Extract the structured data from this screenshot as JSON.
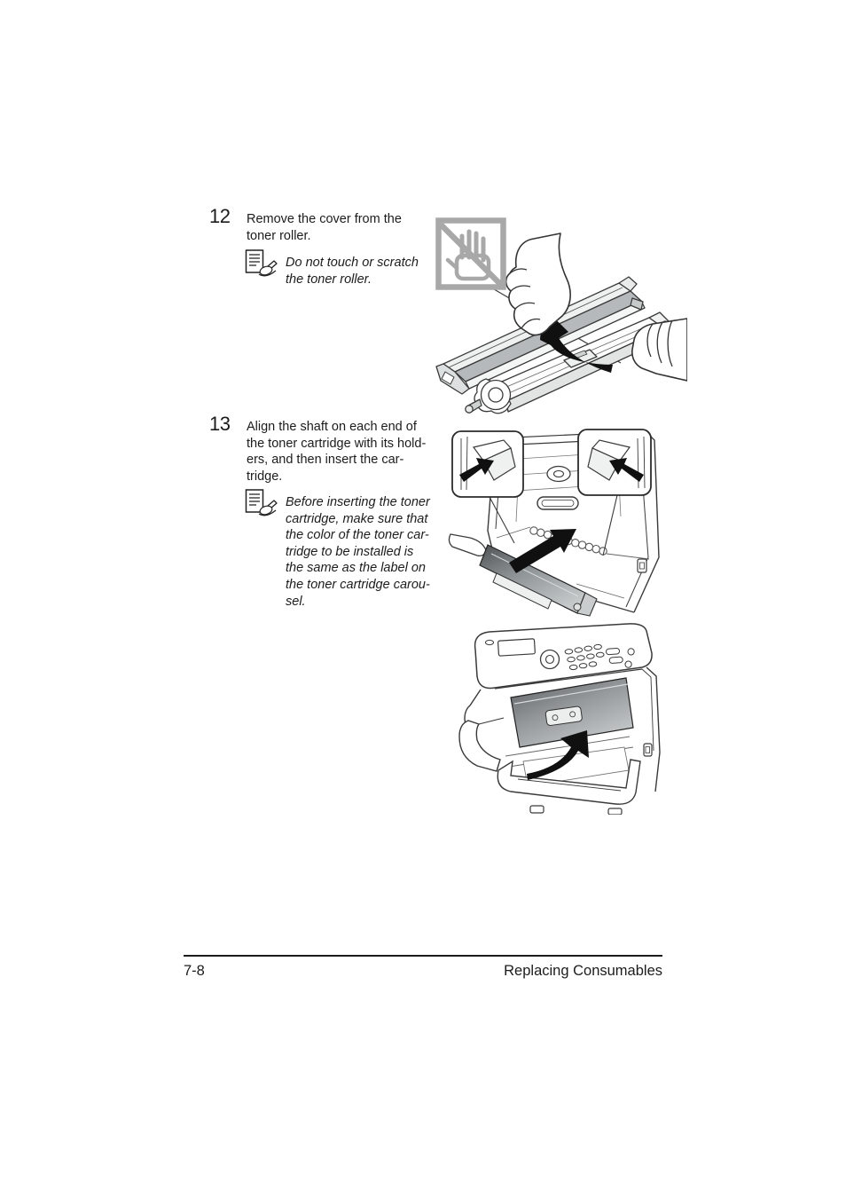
{
  "footer": {
    "page_number": "7-8",
    "section_title": "Replacing Consumables"
  },
  "steps": [
    {
      "number": "12",
      "instruction": "Remove the cover from the\ntoner roller.",
      "note": "Do not touch or scratch\nthe toner roller."
    },
    {
      "number": "13",
      "instruction": "Align the shaft on each end of\nthe toner cartridge with its hold-\ners, and then insert the car-\ntridge.",
      "note": "Before inserting the toner\ncartridge, make sure that\nthe color of the toner car-\ntridge to be installed is\nthe same as the label on\nthe toner cartridge carou-\nsel."
    }
  ],
  "icons": {
    "note_icon": "document-with-pen",
    "do_not_touch_icon": "crossed-out-hand"
  },
  "colors": {
    "ink": "#1c1c1c",
    "line_art": "#3a3a3a",
    "warning_gray": "#a8a8a8",
    "background": "#ffffff"
  }
}
